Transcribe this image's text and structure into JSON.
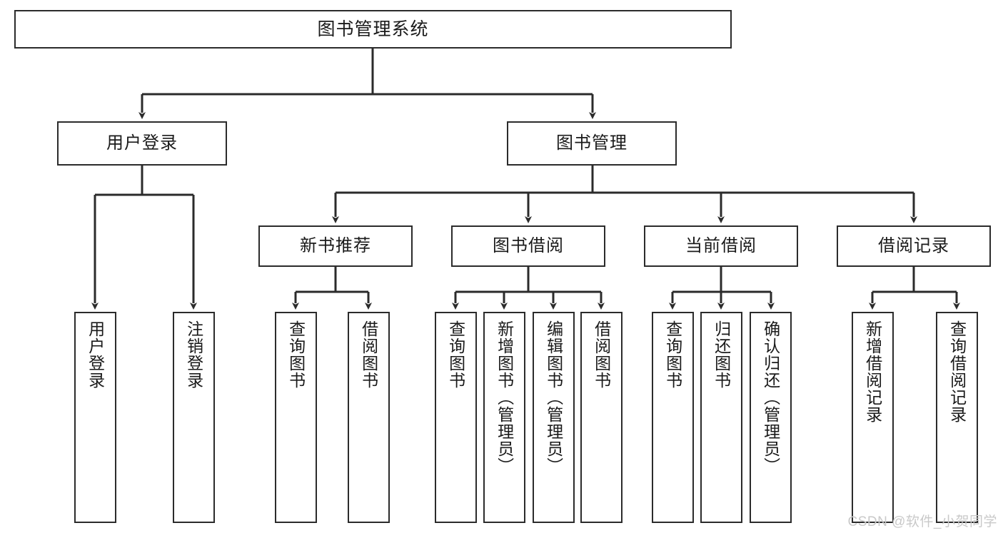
{
  "diagram": {
    "title": "图书管理系统",
    "type": "tree-hierarchy-diagram",
    "colors": {
      "stroke": "#2b2b2b",
      "fill": "#ffffff",
      "text": "#1a1a1a",
      "watermark": "#c9c9c9"
    },
    "root": {
      "label": "图书管理系统"
    },
    "level2": [
      {
        "label": "用户登录"
      },
      {
        "label": "图书管理"
      }
    ],
    "level3": [
      {
        "label": "新书推荐"
      },
      {
        "label": "图书借阅"
      },
      {
        "label": "当前借阅"
      },
      {
        "label": "借阅记录"
      }
    ],
    "leaves": {
      "user_login": [
        {
          "label": "用户登录"
        },
        {
          "label": "注销登录"
        }
      ],
      "new_book_recommend": [
        {
          "label": "查询图书"
        },
        {
          "label": "借阅图书"
        }
      ],
      "book_borrow": [
        {
          "label": "查询图书"
        },
        {
          "label": "新增图书（管理员）"
        },
        {
          "label": "编辑图书（管理员）"
        },
        {
          "label": "借阅图书"
        }
      ],
      "current_borrow": [
        {
          "label": "查询图书"
        },
        {
          "label": "归还图书"
        },
        {
          "label": "确认归还（管理员）"
        }
      ],
      "borrow_record": [
        {
          "label": "新增借阅记录"
        },
        {
          "label": "查询借阅记录"
        }
      ]
    }
  },
  "watermark": {
    "text": "CSDN @软件_小贺同学"
  }
}
